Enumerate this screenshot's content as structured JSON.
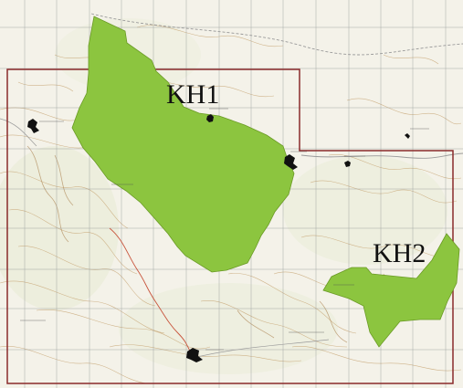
{
  "map": {
    "labels": {
      "kh1": "KH1",
      "kh2": "KH2"
    },
    "colors": {
      "paper": "#f4f2e9",
      "contour": "#c9a97a",
      "contour_dark": "#b08a5a",
      "grid": "#8a8f8f",
      "boundary": "#8a2a2a",
      "area_fill": "#8cc53f",
      "area_stroke": "#6a9a25",
      "road_red": "#c8553d",
      "road_grey": "#9a9a9a",
      "settlement": "#111111"
    },
    "areas": [
      {
        "id": "kh1",
        "label": "KH1"
      },
      {
        "id": "kh2",
        "label": "KH2"
      }
    ]
  }
}
